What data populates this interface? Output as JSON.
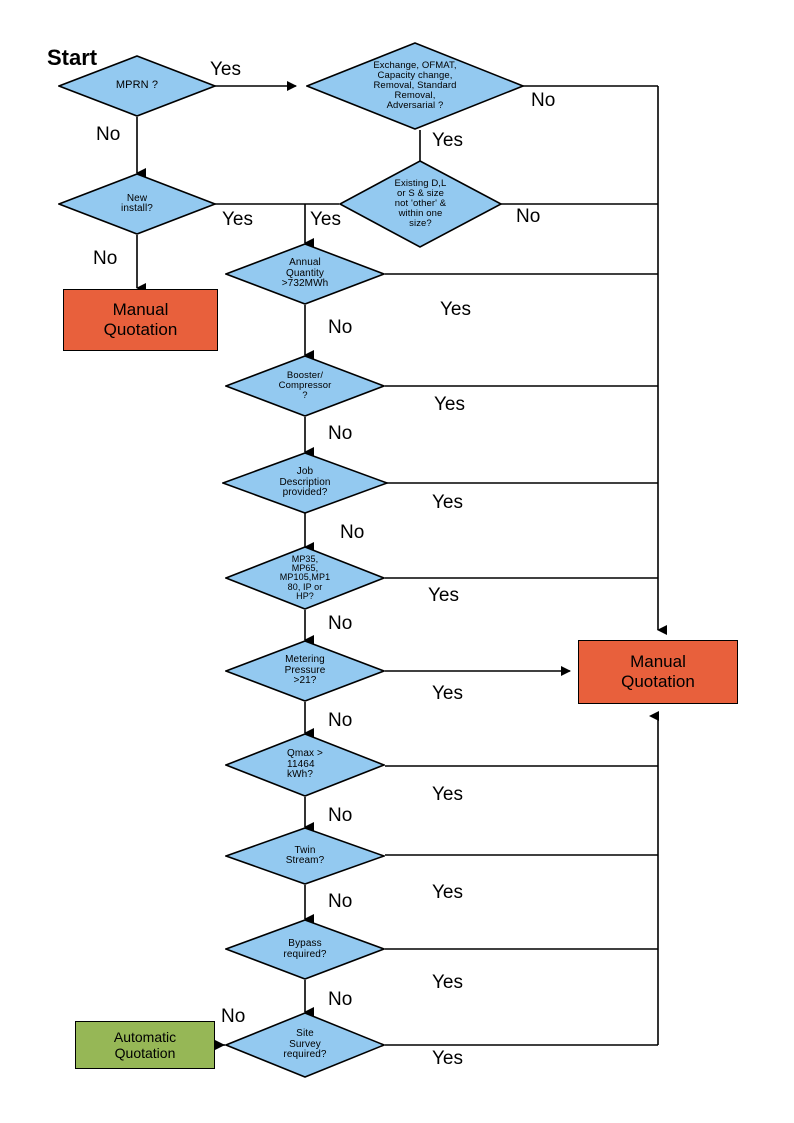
{
  "diagram": {
    "title": "Start",
    "colors": {
      "decision_fill": "#93C9F0",
      "decision_stroke": "#000000",
      "manual_fill": "#E8603C",
      "automatic_fill": "#96B756",
      "line": "#000000",
      "background": "#FFFFFF"
    },
    "decisions": [
      {
        "id": "mprn",
        "text": "MPRN ?"
      },
      {
        "id": "exchange",
        "text": "Exchange, OFMAT, Capacity change, Removal, Standard Removal, Adversarial ?"
      },
      {
        "id": "newinstall",
        "text": "New install?"
      },
      {
        "id": "existing",
        "text": "Existing D,L or S & size not 'other' & within one size?"
      },
      {
        "id": "annual",
        "text": "Annual Quantity >732MWh"
      },
      {
        "id": "booster",
        "text": "Booster/ Compressor ?"
      },
      {
        "id": "jobdesc",
        "text": "Job Description provided?"
      },
      {
        "id": "mp",
        "text": "MP35, MP65, MP105,MP180, IP or HP?"
      },
      {
        "id": "metering",
        "text": "Metering Pressure >21?"
      },
      {
        "id": "qmax",
        "text": "Qmax > 11464 kWh?"
      },
      {
        "id": "twin",
        "text": "Twin Stream?"
      },
      {
        "id": "bypass",
        "text": "Bypass required?"
      },
      {
        "id": "sitesurvey",
        "text": "Site Survey required?"
      }
    ],
    "decision_lines": {
      "mprn": [
        "MPRN ?"
      ],
      "exchange": [
        "Exchange, OFMAT,",
        "Capacity change,",
        "Removal, Standard",
        "Removal,",
        "Adversarial ?"
      ],
      "newinstall": [
        "New",
        "install?"
      ],
      "existing": [
        "Existing D,L",
        "or S & size",
        "not 'other' &",
        "within one",
        "size?"
      ],
      "annual": [
        "Annual",
        "Quantity",
        ">732MWh"
      ],
      "booster": [
        "Booster/",
        "Compressor",
        "?"
      ],
      "jobdesc": [
        "Job",
        "Description",
        "provided?"
      ],
      "mp": [
        "MP35,",
        "MP65,",
        "MP105,MP1",
        "80, IP or",
        "HP?"
      ],
      "metering": [
        "Metering",
        "Pressure",
        ">21?"
      ],
      "qmax": [
        "Qmax >",
        "11464",
        "kWh?"
      ],
      "twin": [
        "Twin",
        "Stream?"
      ],
      "bypass": [
        "Bypass",
        "required?"
      ],
      "sitesurvey": [
        "Site",
        "Survey",
        "required?"
      ]
    },
    "terminals": {
      "manual_left": {
        "line1": "Manual",
        "line2": "Quotation"
      },
      "manual_right": {
        "line1": "Manual",
        "line2": "Quotation"
      },
      "automatic": {
        "line1": "Automatic",
        "line2": "Quotation"
      }
    },
    "edge_labels": {
      "mprn_yes": "Yes",
      "mprn_no": "No",
      "exchange_no": "No",
      "exchange_yes": "Yes",
      "newinstall_yes": "Yes",
      "newinstall_no": "No",
      "existing_yes": "Yes",
      "existing_no": "No",
      "annual_yes": "Yes",
      "annual_no": "No",
      "booster_yes": "Yes",
      "booster_no": "No",
      "jobdesc_yes": "Yes",
      "jobdesc_no": "No",
      "mp_yes": "Yes",
      "mp_no": "No",
      "metering_yes": "Yes",
      "metering_no": "No",
      "qmax_yes": "Yes",
      "qmax_no": "No",
      "twin_yes": "Yes",
      "twin_no": "No",
      "bypass_yes": "Yes",
      "bypass_no": "No",
      "sitesurvey_yes": "Yes",
      "sitesurvey_no": "No"
    }
  }
}
